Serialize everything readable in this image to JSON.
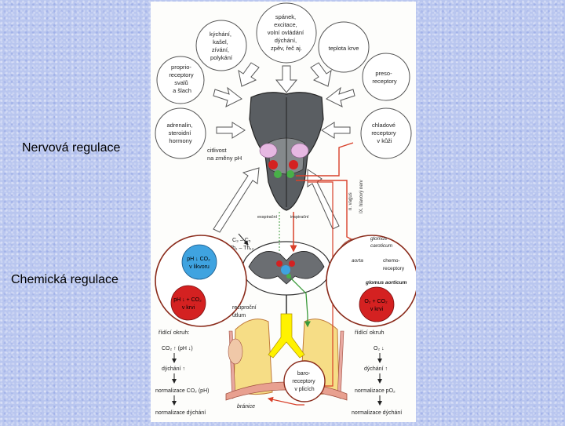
{
  "slide": {
    "label_nervova": "Nervová regulace",
    "label_chemicka": "Chemická regulace"
  },
  "figure": {
    "bubble_top_center": [
      "spánek,",
      "excitace,",
      "volní ovládání",
      "dýchání,",
      "zpěv, řeč aj."
    ],
    "bubble_top_left": [
      "kýchání,",
      "kašel,",
      "zívání,",
      "polykání"
    ],
    "bubble_teplota": "teplota krve",
    "bubble_proprio": [
      "proprio-",
      "receptory",
      "svalů",
      "a šlach"
    ],
    "bubble_preso": [
      "preso-",
      "receptory"
    ],
    "bubble_adrenalin": [
      "adrenalin,",
      "steroidní",
      "hormony"
    ],
    "bubble_chlad": [
      "chladové",
      "receptory",
      "v kůži"
    ],
    "citlivost": [
      "citlivost",
      "na změny pH"
    ],
    "nerve_vagus": "n. vagus",
    "nerve_glosso": "IX. hlavový nerv",
    "label_exspiracni": "exspirační",
    "label_inspiracni": "inspirační",
    "segments": [
      "C₃ – C₅",
      "Th₁ – Th₁₂"
    ],
    "glomus_caroticum": [
      "glomus",
      "caroticum"
    ],
    "aorta": "aorta",
    "chemoreceptory": [
      "chemo-",
      "receptory"
    ],
    "glomus_aorticum": "glomus aorticum",
    "left_blue": [
      "pH ↓ CO₂",
      "v likvoru"
    ],
    "left_red": [
      "pH ↓ + CO₂",
      "v krvi"
    ],
    "right_red": [
      "O₂ + CO₂",
      "v krvi"
    ],
    "reciprocni": [
      "reciproční",
      "útlum"
    ],
    "baroreceptory": [
      "baro-",
      "receptory",
      "v plicích"
    ],
    "branice": "bránice",
    "left_loop": [
      "řídící okruh:",
      "CO₂ ↑ (pH ↓)",
      "dýchání ↑",
      "normalizace CO₂ (pH)",
      "normalizace dýchání"
    ],
    "right_loop": [
      "řídící okruh",
      "O₂ ↓",
      "dýchání ↑",
      "normalizace pO₂",
      "normalizace dýchání"
    ]
  }
}
